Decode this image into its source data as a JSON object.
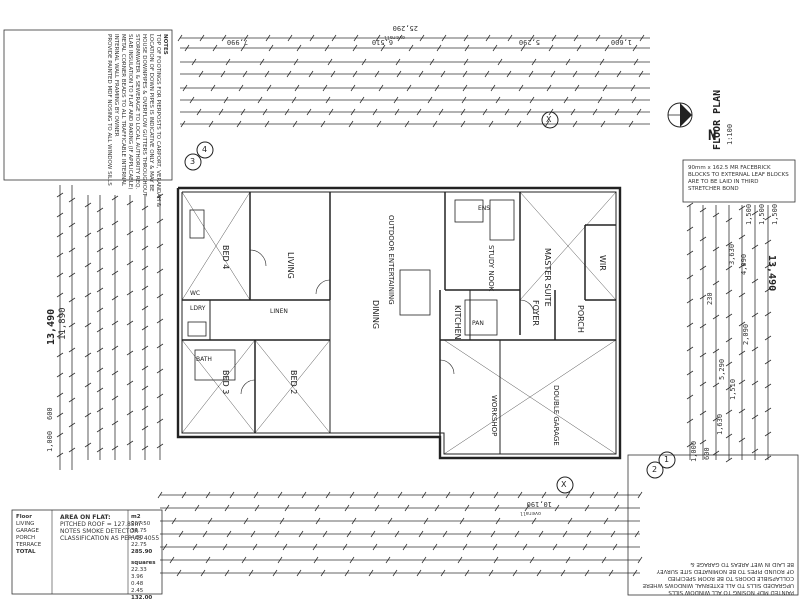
{
  "title": {
    "main": "FLOOR PLAN",
    "scale": "1:100",
    "north": "N"
  },
  "top_dims": {
    "overall": "25,290",
    "overall_sub": "overall",
    "segments": [
      "7,990",
      "6,510",
      "5,290",
      "1,600"
    ]
  },
  "left_dims": {
    "overall": "13,490",
    "inner": "11,890",
    "left_small": [
      "1,000",
      "600"
    ]
  },
  "right_dims": {
    "overall": "13,490",
    "inner": [
      "5,290",
      "4,090",
      "3,630",
      "230"
    ],
    "bottom_small": [
      "1,000",
      "600",
      "1,630",
      "1,510",
      "2,090"
    ],
    "top_small": [
      "1,500",
      "1,500",
      "1,500"
    ]
  },
  "bottom_dims": {
    "overall": "10,190",
    "overall_sub": "overall"
  },
  "rooms": {
    "bed4": "BED 4",
    "living": "LIVING",
    "outdoor": "OUTDOOR ENTERTAINING",
    "study": "STUDY NOOK",
    "master": "MASTER SUITE",
    "wir": "WIR",
    "dining": "DINING",
    "kitchen": "KITCHEN",
    "foyer": "FOYER",
    "porch": "PORCH",
    "linen": "LINEN",
    "bed3": "BED 3",
    "bed2": "BED 2",
    "workshop": "WORKSHOP",
    "garage": "DOUBLE GARAGE",
    "ens": "ENS",
    "bath": "BATH",
    "ldry": "LDRY",
    "wc": "WC",
    "pan": "PAN"
  },
  "markers": {
    "section_a": "3",
    "section_b": "4",
    "section_c": "2",
    "section_d": "1",
    "x_mark": "X"
  },
  "notes": {
    "top_left": [
      "NOTES",
      "TOP OF FOOTINGS FOR PIERPOSTS TO CARPORT, VERANDAH &",
      "LOCATION OF DOWN PIPES IS INDICATIVE ONLY & MAY BE",
      "HOUSE DOWNPIPES & OVERFLOW GUTTERS THROUGHOUT",
      "STORMWATER & SEWERAGE TO LOCAL AUTHORITY REQ.",
      "SLAB INSULATION TO FLAT AND RAKING (IF APPLICABLE)",
      "METAL CORNER BEADS TO ALL TRAFFICABLE INTERNAL",
      "INTERNAL WALL FRAMING BY OWNER",
      "PROVIDE PAINTED MDF NOSING TO ALL WINDOW SILLS"
    ],
    "brick": "90mm x 162.5 MR FACEBRICK BLOCKS TO EXTERNAL LEAF BLOCKS ARE TO BE LAID IN THIRD STRETCHER BOND",
    "bottom_right": [
      "PAINTED MDF NOSING TO ALL WINDOW SILLS",
      "UPGRADED SILLS TO ALL EXTERNAL WINDOWS WHERE",
      "COLLAPSIBLE DOORS TO BE ROOM SPECIFIED",
      "OF ROUND PIPES TO BE NOMINATED SITE SURVEY",
      "BE LAID IN WET AREAS TO GARAGE &"
    ],
    "area_title": "AREA ON FLAT:",
    "area_lines": [
      "PITCHED ROOF = 127.85m²",
      "NOTES SMOKE DETECTOR",
      "CLASSIFICATION AS PER AS 4055"
    ],
    "area_table": [
      [
        "Floor",
        "m2",
        "squares"
      ],
      [
        "LIVING",
        "207.50",
        "22.33"
      ],
      [
        "GARAGE",
        "36.75",
        "3.96"
      ],
      [
        "PORCH",
        "4.50",
        "0.48"
      ],
      [
        "TERRACE",
        "22.75",
        "2.45"
      ],
      [
        "TOTAL",
        "285.90",
        "132.00"
      ]
    ]
  }
}
